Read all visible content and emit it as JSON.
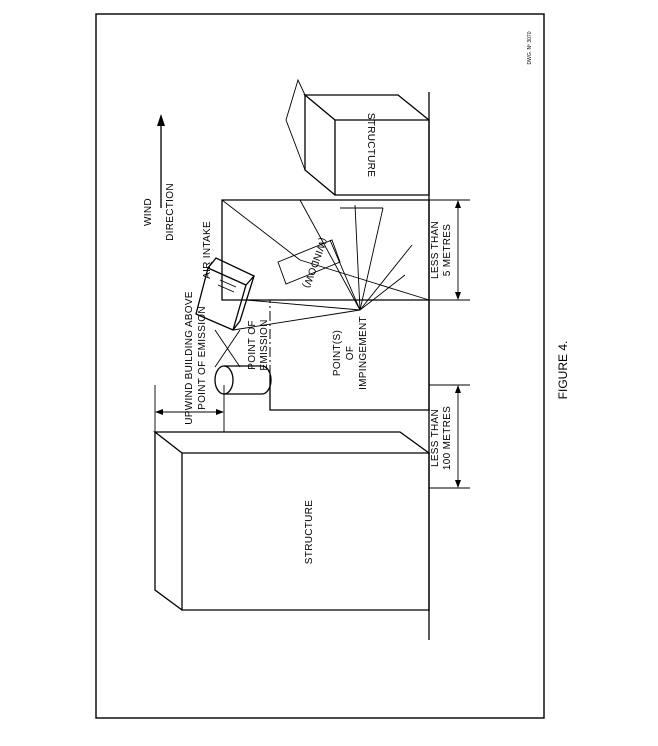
{
  "drawing_no": "DWG. Nº 3070",
  "figure_caption": "FIGURE 4.",
  "wind_label": "WIND",
  "direction_label": "DIRECTION",
  "structure_left_label": "STRUCTURE",
  "structure_right_label": "STRUCTURE",
  "upwind_line1": "UPWIND BUILDING ABOVE",
  "upwind_line2": "POINT OF EMISSION",
  "emission_line1": "POINT OF",
  "emission_line2": "EMISSION",
  "air_intake_label": "AIR INTAKE",
  "window_label": "(WINDOW)",
  "impinge_line1": "POINT(S)",
  "impinge_line2": "OF",
  "impinge_line3": "IMPINGEMENT",
  "dist100_line1": "LESS THAN",
  "dist100_line2": "100 METRES",
  "dist5_line1": "LESS THAN",
  "dist5_line2": "5 METRES"
}
